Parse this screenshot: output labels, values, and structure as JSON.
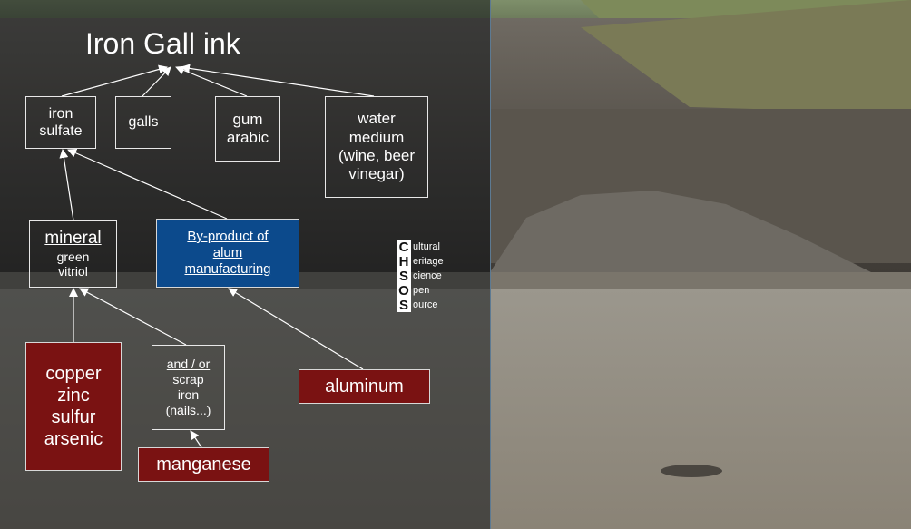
{
  "title": "Iron Gall ink",
  "nodes": {
    "iron_sulfate": [
      "iron",
      "sulfate"
    ],
    "galls": [
      "galls"
    ],
    "gum_arabic": [
      "gum",
      "arabic"
    ],
    "water_medium": [
      "water",
      "medium",
      "(wine, beer",
      "vinegar)"
    ],
    "mineral": {
      "heading": "mineral",
      "lines": [
        "green",
        "vitriol"
      ]
    },
    "byproduct": [
      "By-product of",
      "alum",
      "manufacturing"
    ],
    "copper_group": [
      "copper",
      "zinc",
      "sulfur",
      "arsenic"
    ],
    "scrap_iron": {
      "heading": "and / or",
      "lines": [
        "scrap",
        "iron",
        "(nails...)"
      ]
    },
    "aluminum": "aluminum",
    "manganese": "manganese"
  },
  "logo": {
    "letters": [
      "C",
      "H",
      "S",
      "O",
      "S"
    ],
    "rest": [
      "ultural",
      "eritage",
      "cience",
      "pen",
      "ource"
    ]
  },
  "colors": {
    "red_box": "#7a1212",
    "blue_box": "#0c4a8c",
    "line": "#ffffff"
  }
}
